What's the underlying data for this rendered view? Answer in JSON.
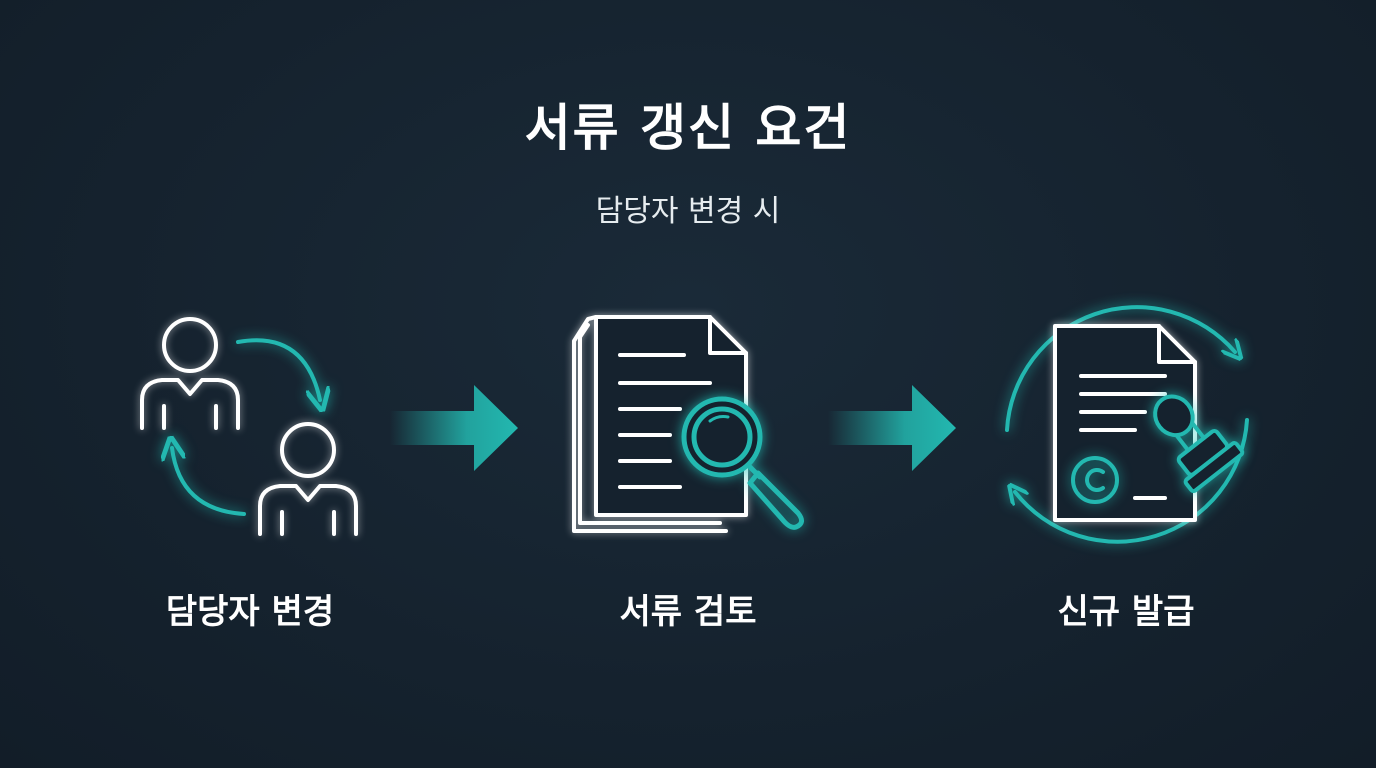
{
  "title": "서류 갱신 요건",
  "subtitle": "담당자 변경 시",
  "steps": [
    {
      "label": "담당자 변경",
      "icon": "people-swap-icon"
    },
    {
      "label": "서류 검토",
      "icon": "document-search-icon"
    },
    {
      "label": "신규 발급",
      "icon": "document-stamp-renew-icon"
    }
  ],
  "colors": {
    "background": "#15222e",
    "accent": "#23b8b0",
    "line": "#ffffff"
  }
}
